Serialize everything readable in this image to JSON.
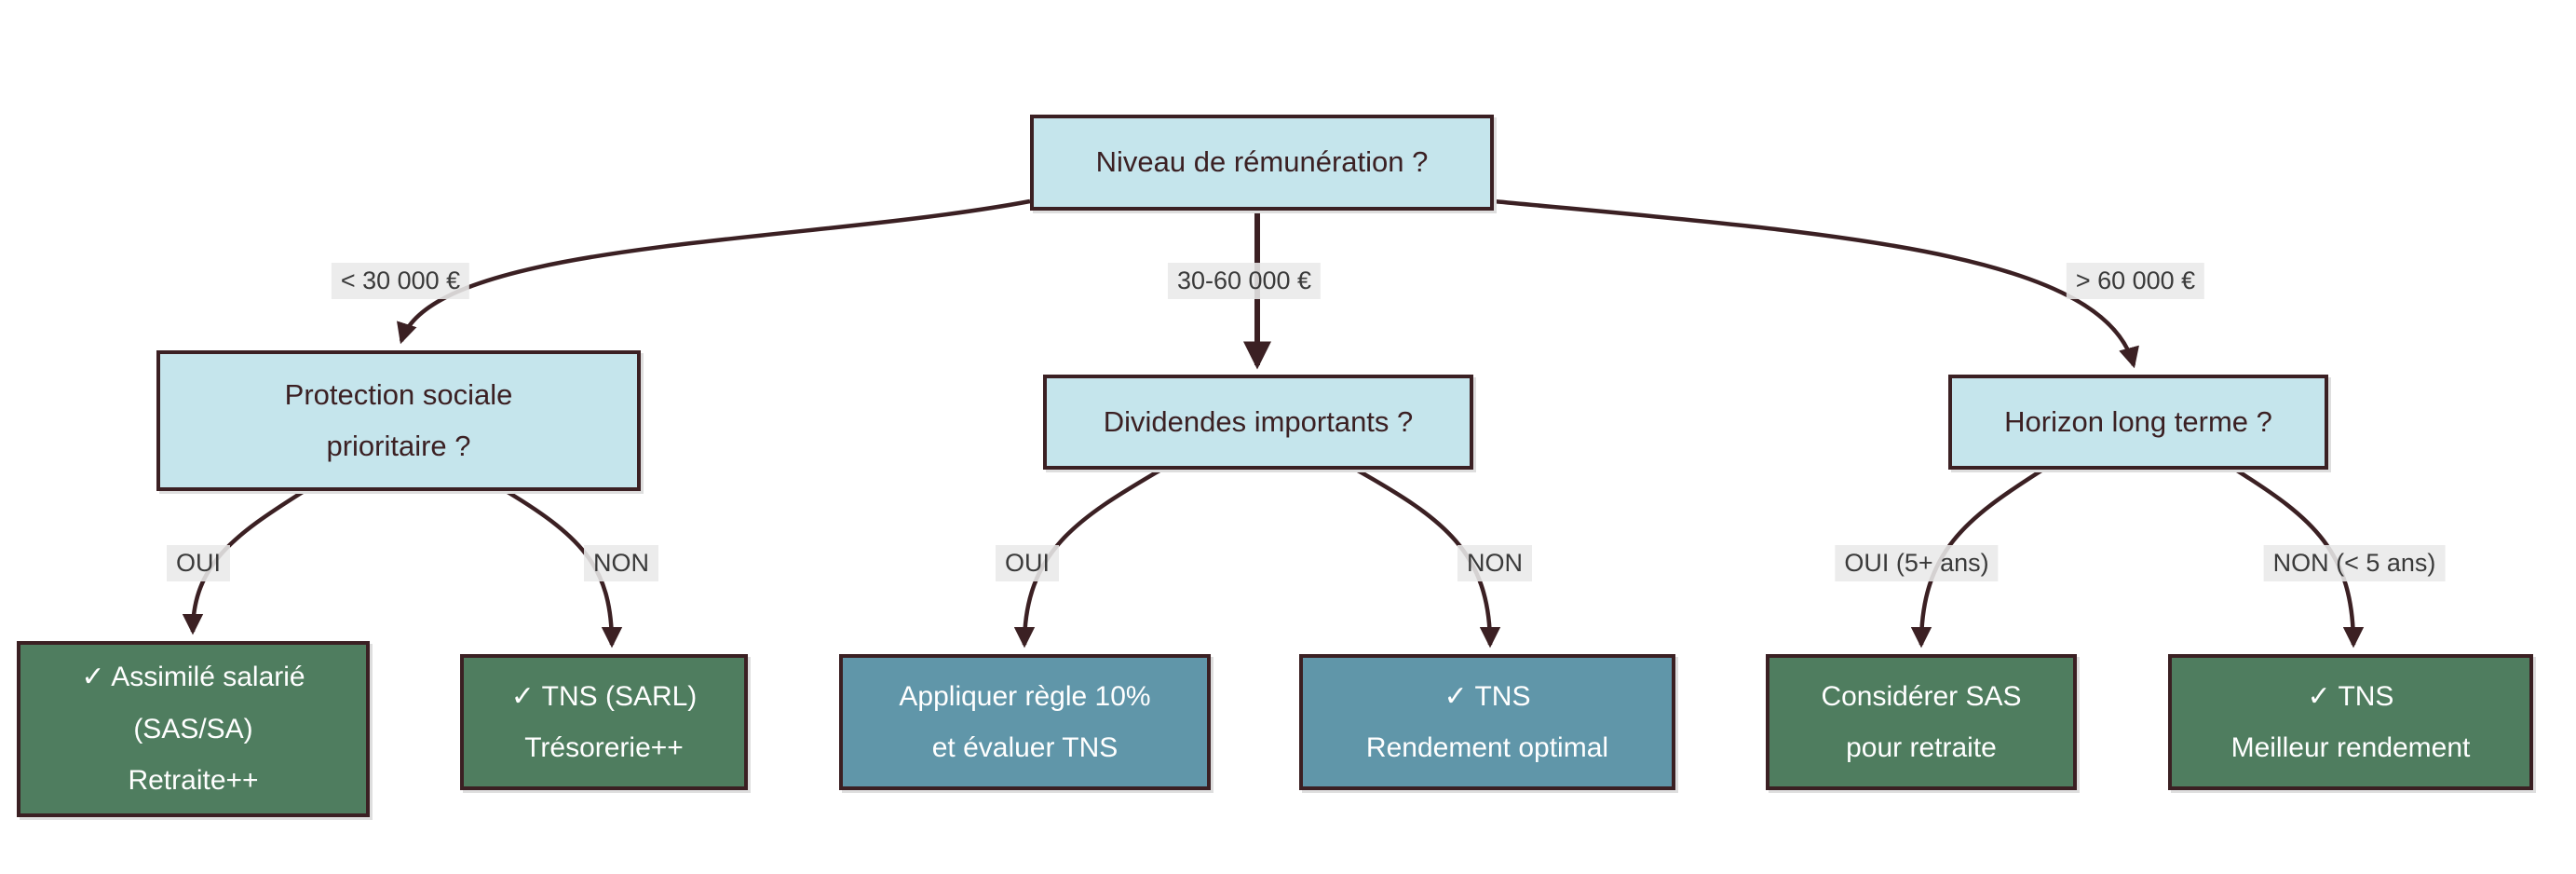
{
  "diagram": {
    "title": "Niveau de rémunération ?",
    "colors": {
      "background": "#ffffff",
      "question_fill": "#c5e5ec",
      "question_text": "#3b2023",
      "border_and_arrows": "#3b2023",
      "green_result_fill": "#4f7d5f",
      "blue_result_fill": "#6096a9",
      "result_text": "#ffffff",
      "edge_label_bg": "#e9e9e9",
      "edge_label_text": "#3a3a3a"
    },
    "nodes": {
      "root": {
        "type": "question",
        "text": "Niveau de rémunération ?"
      },
      "q_left": {
        "type": "question",
        "text": "Protection sociale\nprioritaire ?"
      },
      "q_mid": {
        "type": "question",
        "text": "Dividendes importants ?"
      },
      "q_right": {
        "type": "question",
        "text": "Horizon long terme ?"
      },
      "leaf1": {
        "type": "result-green",
        "text": "✓ Assimilé salarié\n(SAS/SA)\nRetraite++"
      },
      "leaf2": {
        "type": "result-green",
        "text": "✓ TNS (SARL)\nTrésorerie++"
      },
      "leaf3": {
        "type": "result-blue",
        "text": "Appliquer règle 10%\net évaluer TNS"
      },
      "leaf4": {
        "type": "result-blue",
        "text": "✓ TNS\nRendement optimal"
      },
      "leaf5": {
        "type": "result-green",
        "text": "Considérer SAS\npour retraite"
      },
      "leaf6": {
        "type": "result-green",
        "text": "✓ TNS\nMeilleur rendement"
      }
    },
    "edges": {
      "root_left": {
        "from": "root",
        "to": "q_left",
        "label": "< 30 000 €"
      },
      "root_mid": {
        "from": "root",
        "to": "q_mid",
        "label": "30-60 000 €"
      },
      "root_right": {
        "from": "root",
        "to": "q_right",
        "label": "> 60 000 €"
      },
      "left_oui": {
        "from": "q_left",
        "to": "leaf1",
        "label": "OUI"
      },
      "left_non": {
        "from": "q_left",
        "to": "leaf2",
        "label": "NON"
      },
      "mid_oui": {
        "from": "q_mid",
        "to": "leaf3",
        "label": "OUI"
      },
      "mid_non": {
        "from": "q_mid",
        "to": "leaf4",
        "label": "NON"
      },
      "right_oui": {
        "from": "q_right",
        "to": "leaf5",
        "label": "OUI (5+ ans)"
      },
      "right_non": {
        "from": "q_right",
        "to": "leaf6",
        "label": "NON (< 5 ans)"
      }
    }
  }
}
